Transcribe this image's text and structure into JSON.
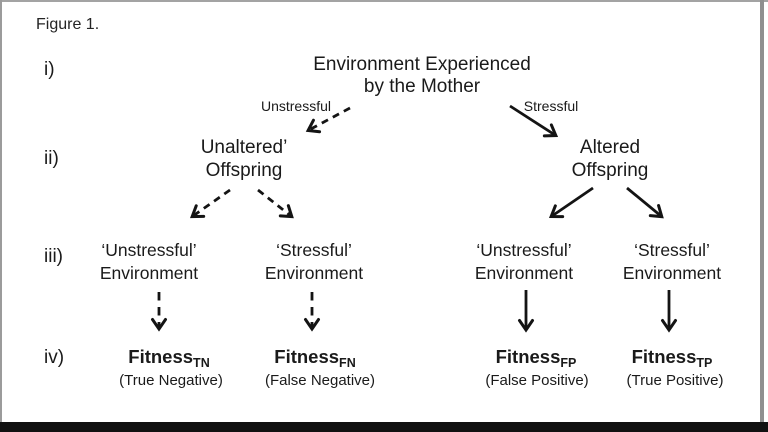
{
  "figure_label": "Figure 1.",
  "numerals": {
    "i": "i)",
    "ii": "ii)",
    "iii": "iii)",
    "iv": "iv)"
  },
  "title": {
    "line1": "Environment Experienced",
    "line2": "by the Mother"
  },
  "branches": {
    "unstressful": "Unstressful",
    "stressful": "Stressful"
  },
  "offspring": {
    "unaltered": {
      "line1": "Unaltered’",
      "line2": "Offspring"
    },
    "altered": {
      "line1": "Altered",
      "line2": "Offspring"
    }
  },
  "environments": [
    {
      "line1": "‘Unstressful’",
      "line2": "Environment"
    },
    {
      "line1": "‘Stressful’",
      "line2": "Environment"
    },
    {
      "line1": "‘Unstressful’",
      "line2": "Environment"
    },
    {
      "line1": "‘Stressful’",
      "line2": "Environment"
    }
  ],
  "fitness": [
    {
      "base": "Fitness",
      "sub": "TN",
      "caption": "(True Negative)"
    },
    {
      "base": "Fitness",
      "sub": "FN",
      "caption": "(False Negative)"
    },
    {
      "base": "Fitness",
      "sub": "FP",
      "caption": "(False Positive)"
    },
    {
      "base": "Fitness",
      "sub": "TP",
      "caption": "(True Positive)"
    }
  ],
  "colors": {
    "ink": "#1a1a1a",
    "arrow": "#141414",
    "background": "#ffffff",
    "frame_bottom": "#111111"
  }
}
